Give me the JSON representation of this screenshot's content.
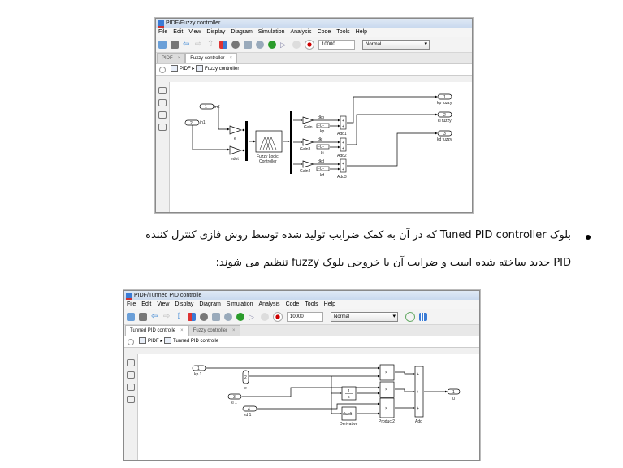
{
  "window1": {
    "title": "PIDF/Fuzzy controller",
    "menu": [
      "File",
      "Edit",
      "View",
      "Display",
      "Diagram",
      "Simulation",
      "Analysis",
      "Code",
      "Tools",
      "Help"
    ],
    "stop_time": "10000",
    "sim_mode": "Normal",
    "tabs": [
      {
        "label": "PIDF"
      },
      {
        "label": "Fuzzy controller"
      }
    ],
    "breadcrumb": [
      "PIDF",
      "Fuzzy controller"
    ],
    "diagram": {
      "in2_num": "1",
      "in2_label": "in2",
      "in1_num": "2",
      "in1_label": "in1",
      "gain_e": "e",
      "gain_edot": "edot",
      "flc": [
        "Fuzzy Logic",
        "Controller"
      ],
      "gains": [
        "Gain",
        "Gain3",
        "Gain4"
      ],
      "signals": [
        "dkp",
        "dki",
        "dkd"
      ],
      "const": "-C-",
      "const_labels": [
        "kp",
        "ki",
        "kd"
      ],
      "adds": [
        "Add1",
        "Add2",
        "Add3"
      ],
      "outs": [
        {
          "num": "1",
          "label": "kp fuzzy"
        },
        {
          "num": "2",
          "label": "ki fuzzy"
        },
        {
          "num": "3",
          "label": "kd fuzzy"
        }
      ],
      "plus": "+"
    }
  },
  "text": {
    "line1": "بلوک  Tuned PID controller که در آن به کمک ضرایب تولید شده توسط روش فازی کنترل کننده",
    "line2": "PID جدید ساخته شده است و ضرایب آن با خروجی بلوک fuzzy تنظیم می شوند:"
  },
  "window2": {
    "title": "PIDF/Tunned PID controlle",
    "menu": [
      "File",
      "Edit",
      "View",
      "Display",
      "Diagram",
      "Simulation",
      "Analysis",
      "Code",
      "Tools",
      "Help"
    ],
    "stop_time": "10000",
    "sim_mode": "Normal",
    "tabs": [
      {
        "label": "Tunned PID controlle"
      },
      {
        "label": "Fuzzy controller"
      }
    ],
    "breadcrumb": [
      "PIDF",
      "Tunned PID controlle"
    ],
    "diagram": {
      "kp": {
        "num": "1",
        "label": "kp 1"
      },
      "e": {
        "num": "2",
        "label": "e"
      },
      "ki": {
        "num": "3",
        "label": "ki 1"
      },
      "kd": {
        "num": "4",
        "label": "kd 1"
      },
      "int_num": "1",
      "int_den": "s",
      "deriv": "du/dt",
      "deriv_label": "Derivative",
      "times": "×",
      "product_label": "Product2",
      "add_label": "Add",
      "out": {
        "num": "1",
        "label": "u"
      },
      "plus": "+"
    }
  }
}
